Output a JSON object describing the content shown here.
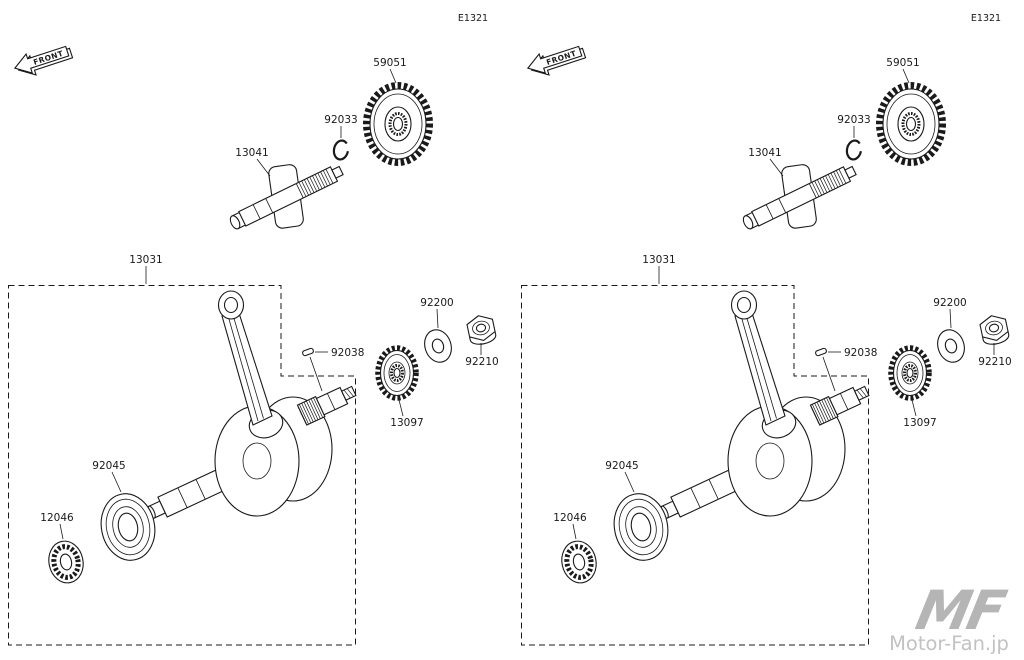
{
  "page": {
    "diagram_code": "E1321",
    "front_label": "FRONT"
  },
  "parts": {
    "balancer_gear": "59051",
    "circlip": "92033",
    "balancer_shaft": "13041",
    "crankshaft_assembly": "13031",
    "pin": "92038",
    "washer": "92200",
    "nut": "92210",
    "crank_gear": "13097",
    "ball_bearing": "92045",
    "roller_bearing": "12046"
  },
  "watermark": {
    "logo": "MF",
    "site": "Motor-Fan.jp"
  },
  "colors": {
    "line": "#1a1a1a",
    "watermark_logo": "#b5b5b5",
    "watermark_text": "#c2c2c2"
  }
}
